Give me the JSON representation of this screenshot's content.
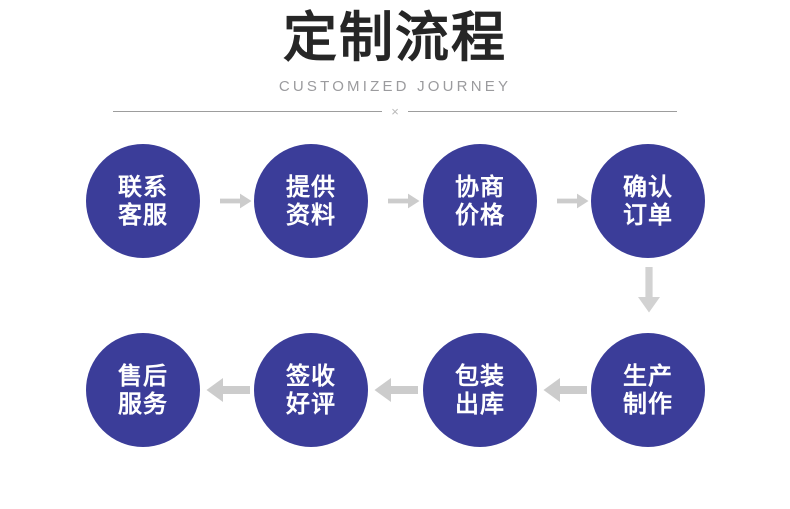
{
  "header": {
    "title": "定制流程",
    "subtitle": "CUSTOMIZED JOURNEY",
    "divider_mark": "×",
    "title_color": "#262626",
    "subtitle_color": "#9b9b9e",
    "divider_color": "#9d9d9d"
  },
  "theme": {
    "background": "#ffffff",
    "node_fill": "#3b3d99",
    "node_text": "#ffffff",
    "arrow_color": "#cccccc"
  },
  "flow": {
    "row1": {
      "direction": "left-to-right",
      "nodes": [
        {
          "line1": "联系",
          "line2": "客服"
        },
        {
          "line1": "提供",
          "line2": "资料"
        },
        {
          "line1": "协商",
          "line2": "价格"
        },
        {
          "line1": "确认",
          "line2": "订单"
        }
      ],
      "connectors": [
        "arrow-right",
        "arrow-right",
        "arrow-right"
      ]
    },
    "row_connector": {
      "icon": "arrow-down",
      "direction": "down"
    },
    "row2": {
      "direction": "right-to-left",
      "nodes": [
        {
          "line1": "售后",
          "line2": "服务"
        },
        {
          "line1": "签收",
          "line2": "好评"
        },
        {
          "line1": "包装",
          "line2": "出库"
        },
        {
          "line1": "生产",
          "line2": "制作"
        }
      ],
      "connectors": [
        "arrow-left",
        "arrow-left",
        "arrow-left"
      ]
    }
  }
}
